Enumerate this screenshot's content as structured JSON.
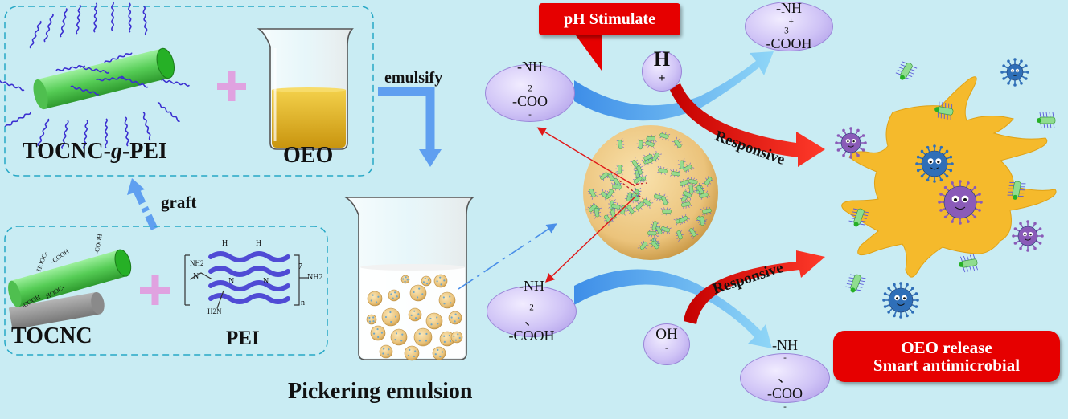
{
  "labels": {
    "tocnc_g_pei_prefix": "TOCNC-",
    "tocnc_g_pei_g": "g",
    "tocnc_g_pei_suffix": "-PEI",
    "oeo": "OEO",
    "emulsify": "emulsify",
    "graft": "graft",
    "tocnc": "TOCNC",
    "pei": "PEI",
    "pickering_emulsion": "Pickering emulsion",
    "responsive_top": "Responsive",
    "responsive_bottom": "Responsive"
  },
  "pei_structure": {
    "h1": "H",
    "h2": "H",
    "nh2_left": "NH2",
    "n_a": "N",
    "n_b": "N",
    "n_c": "N",
    "nh2_right": "NH2",
    "h2n": "H2N",
    "n_sub": "n",
    "seven": "7"
  },
  "tocnc_groups": {
    "cooh_a": "-COOH",
    "cooh_b": "HOOC-",
    "cooh_c": "-COOH",
    "cooh_d": "HOOC-",
    "cooh_e": "-COOH"
  },
  "callout": {
    "text": "pH  Stimulate",
    "color": "#e60000"
  },
  "ions": {
    "h_plus_base": "H",
    "h_plus_sup": "+",
    "oh_minus_base": "OH",
    "oh_minus_sup": "-"
  },
  "states": {
    "top_left": {
      "line1": "-NH",
      "line1_sub": "2",
      "line2": "-COO",
      "line2_sup": "-"
    },
    "top_right": {
      "line1": "-NH",
      "line1_sub": "3",
      "line1_sup": "+",
      "line2": "-COOH"
    },
    "bottom_left": {
      "line1": "-NH",
      "line1_sub": "2",
      "line1_tail": "、",
      "line2": "-COOH"
    },
    "bottom_right": {
      "line1": "-NH",
      "line1_sup": "-",
      "line1_tail": "、",
      "line2": "-COO",
      "line2_sup": "-"
    }
  },
  "result": {
    "line1": "OEO release",
    "line2": "Smart antimicrobial",
    "color": "#e60000"
  },
  "colors": {
    "background": "#c9ecf3",
    "nanocrystal": "#5fd35f",
    "oil": "#e6b31e",
    "arrow_blue": "#4aa0ee",
    "arrow_red": "#e61010",
    "plus": "#e0a2e0",
    "bacterium_blue": "#2f6fb8",
    "bacterium_purple": "#8a5bb8",
    "pei_chain": "#3b2fd0"
  }
}
